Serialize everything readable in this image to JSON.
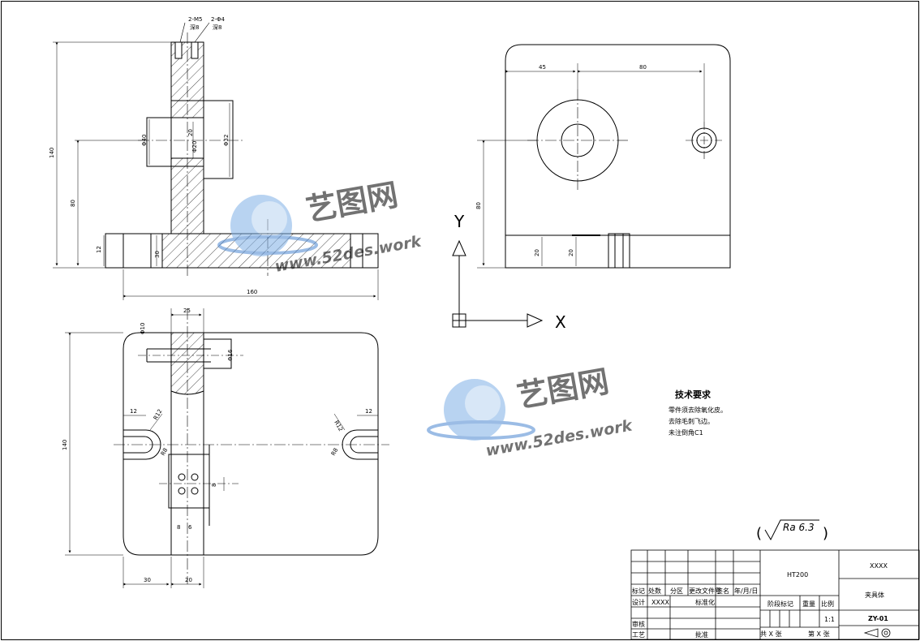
{
  "dimensions": {
    "hole_a": "2-M5",
    "hole_a_depth": "深8",
    "hole_b": "2-Φ4",
    "hole_b_depth": "深8",
    "front_height": "140",
    "front_center_height": "80",
    "front_base_thk": "12",
    "front_width": "160",
    "front_boss_dia": "Φ40",
    "front_bore_dia": "Φ20",
    "front_bore_dia_b": "Φ32",
    "front_step": "20",
    "front_web": "30",
    "side_left": "45",
    "side_right": "80",
    "side_height": "80",
    "side_base_a": "20",
    "side_base_b": "20",
    "top_width_top": "25",
    "top_hole": "Φ10",
    "top_hole_b": "Φ16",
    "top_height": "140",
    "slot_left_w": "12",
    "slot_left_r": "R12",
    "slot_left_r2": "R8",
    "slot_right_w": "12",
    "slot_right_r": "R12",
    "slot_right_r2": "R8",
    "pin_a": "8",
    "pin_b": "6",
    "pin_c": "8",
    "bottom_a": "30",
    "bottom_b": "20"
  },
  "axes": {
    "x_label": "X",
    "y_label": "Y"
  },
  "tech": {
    "title": "技术要求",
    "line1": "零件须去除氧化皮。",
    "line2": "去除毛刺飞边。",
    "line3": "未注倒角C1"
  },
  "roughness": {
    "label": "Ra 6.3",
    "open": "(",
    "close": ")"
  },
  "watermark": {
    "brand": "艺图网",
    "site": "www.52des.work"
  },
  "title_block": {
    "material": "HT200",
    "company": "XXXX",
    "part_name": "夹具体",
    "drawing_no": "ZY-01",
    "scale": "1:1",
    "h_mark": "标记",
    "h_count": "处数",
    "h_zone": "分区",
    "h_docno": "更改文件号",
    "h_sign": "签名",
    "h_date": "年/月/日",
    "r_design": "设计",
    "r_designer": "XXXX",
    "r_std": "标准化",
    "r_check": "审核",
    "r_process": "工艺",
    "r_approve": "批准",
    "stage": "阶段标记",
    "weight": "重量",
    "ratio": "比例",
    "sheets_total": "共 X 张",
    "sheet_no": "第 X 张"
  }
}
